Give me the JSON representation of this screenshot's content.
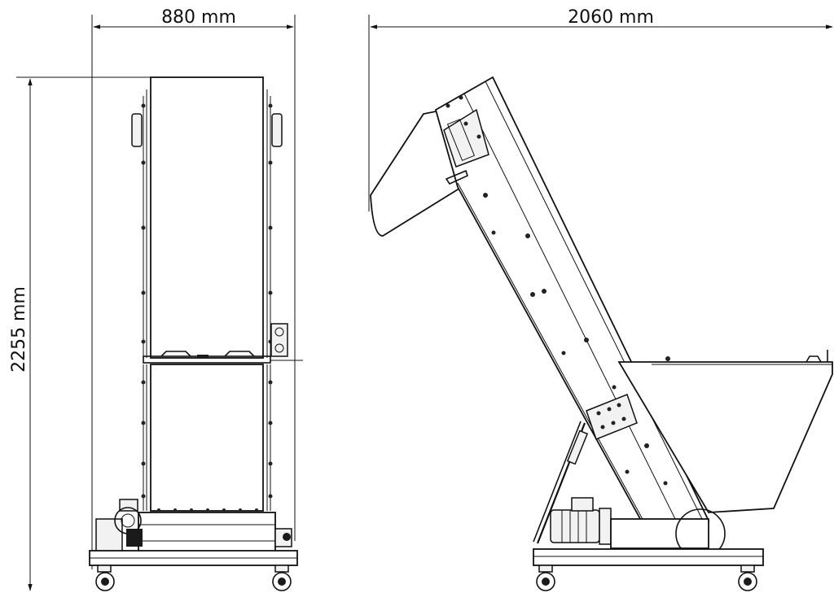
{
  "dimensions": {
    "front_width": "880 mm",
    "side_width": "2060 mm",
    "height": "2255 mm"
  },
  "colors": {
    "line": "#111111",
    "background": "#ffffff"
  }
}
